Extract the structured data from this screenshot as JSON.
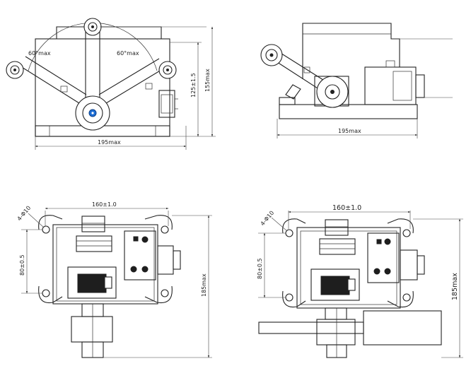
{
  "views": {
    "front": {
      "angle_left": "60°max",
      "angle_right": "60°max",
      "width": "195max",
      "height_mid": "125±1.5",
      "height_total": "155max",
      "hub_color": "#1f6fd6"
    },
    "side": {
      "width": "195max"
    },
    "base_left": {
      "hole_spacing": "160±1.0",
      "holes": "4-Φ10",
      "vertical_spacing": "80±0.5",
      "height": "185max"
    },
    "base_right": {
      "hole_spacing": "160±1.0",
      "holes": "4-Φ10",
      "vertical_spacing": "80±0.5",
      "height": "185max"
    }
  }
}
